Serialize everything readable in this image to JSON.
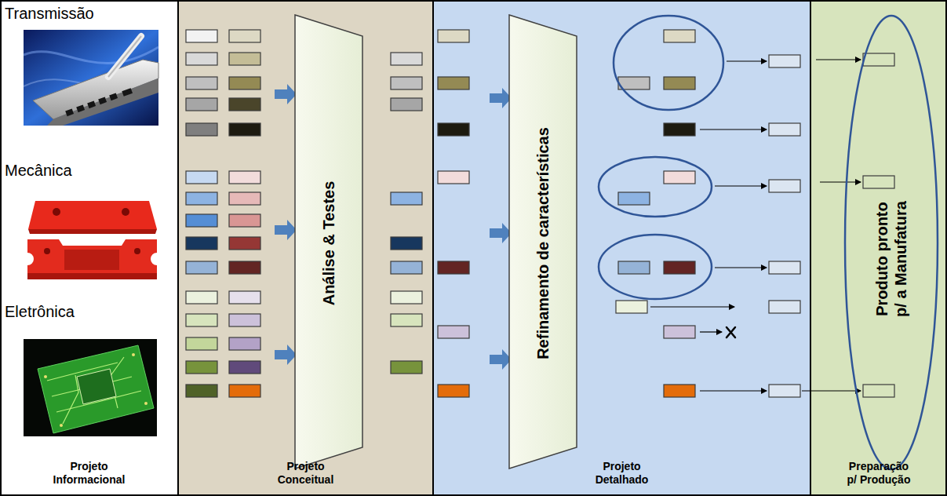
{
  "diagram": {
    "nodes": [
      {
        "text": [
          "Projeto Informacional"
        ]
      },
      {
        "text": [
          "Projeto Conceitual"
        ]
      },
      {
        "text": [
          "Análise & Testes"
        ],
        "in": 1
      },
      {
        "text": [
          "Projeto Detalhado"
        ]
      },
      {
        "text": [
          "Refinamento de características"
        ],
        "in": 3
      },
      {
        "text": [
          "Preparação p/ Produção"
        ]
      },
      {
        "text": [
          "Produto pronto p/ a Manufatura"
        ],
        "in": 5
      }
    ],
    "labels": [
      "Transmissão",
      "Mecânica",
      "Eletrônica"
    ]
  }
}
